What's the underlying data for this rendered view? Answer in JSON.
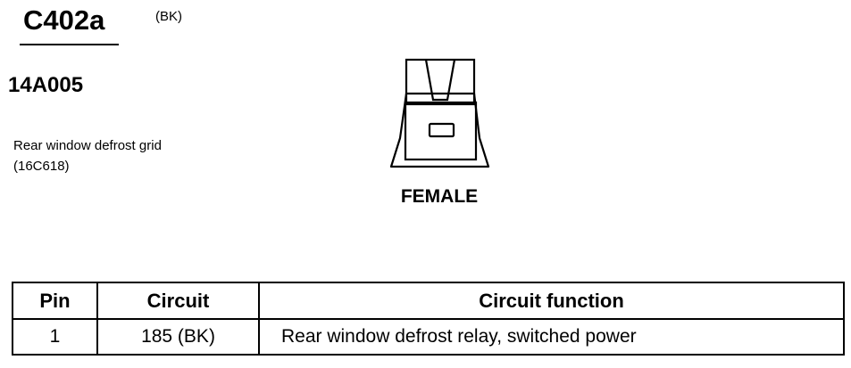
{
  "connector": {
    "id": "C402a",
    "color": "(BK)",
    "part_number": "14A005",
    "component_name": "Rear window defrost grid",
    "component_ref": "(16C618)",
    "gender": "FEMALE"
  },
  "pin_table": {
    "headers": [
      "Pin",
      "Circuit",
      "Circuit function"
    ],
    "rows": [
      {
        "pin": "1",
        "circuit": "185 (BK)",
        "function": "Rear window defrost relay, switched power"
      }
    ]
  }
}
